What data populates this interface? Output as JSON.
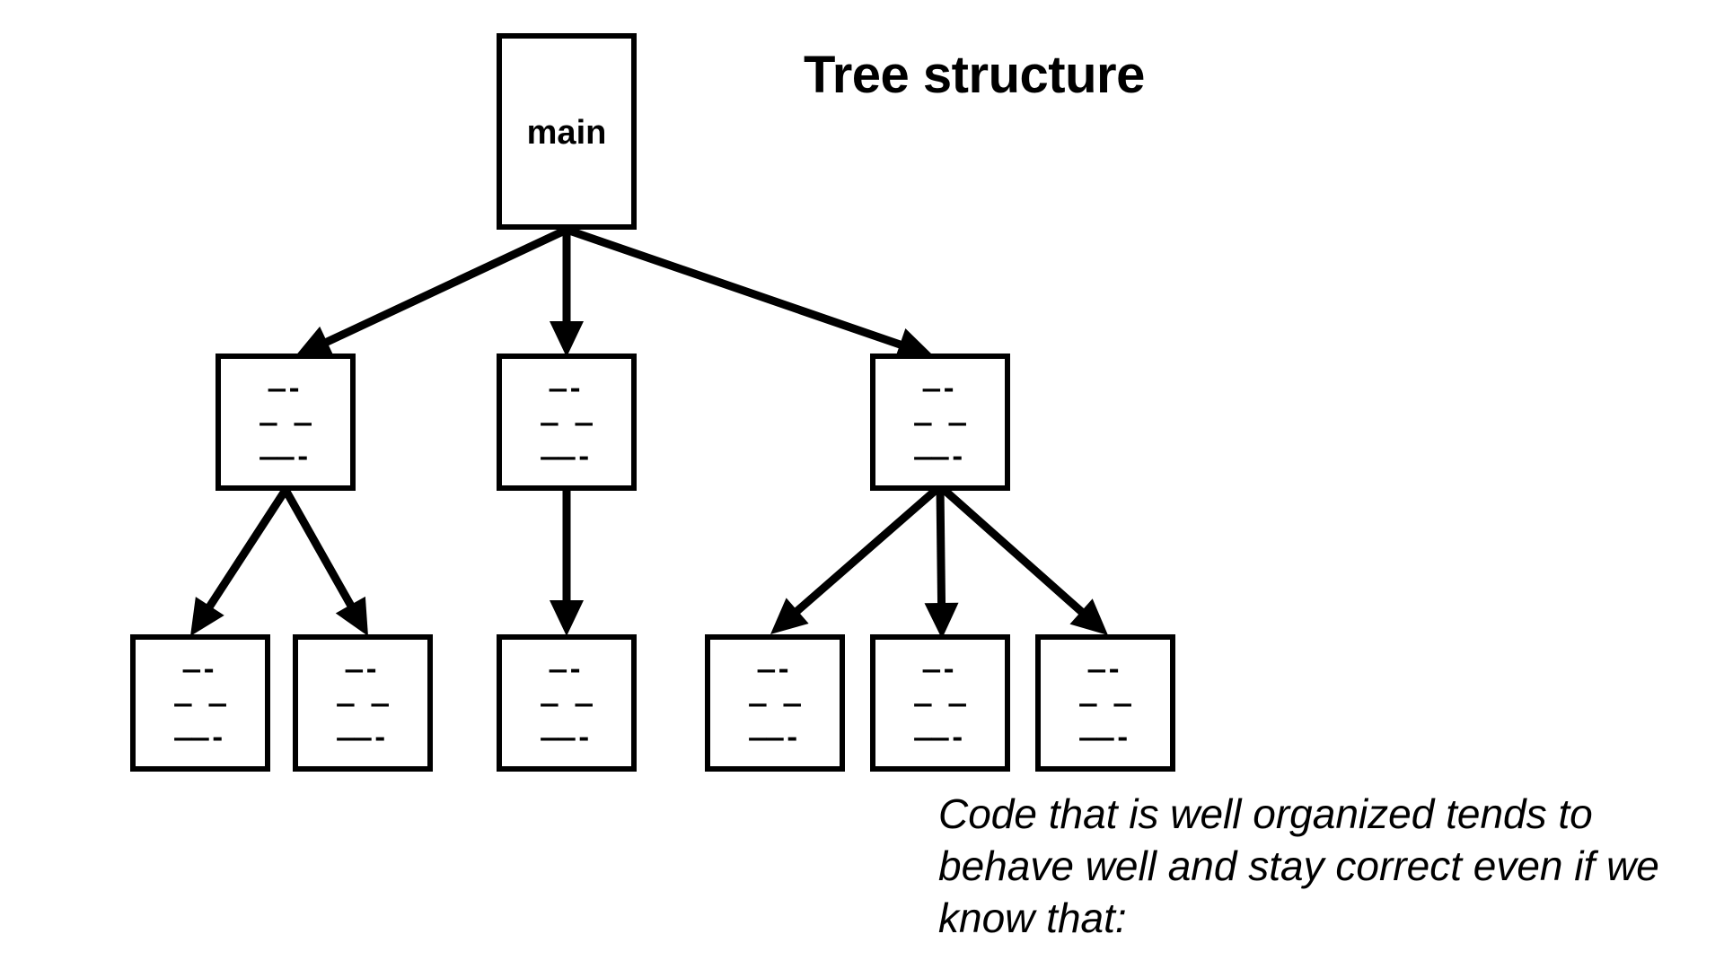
{
  "title": "Tree structure",
  "caption": "Code that is well organized tends to behave well and stay correct even if we know that:",
  "tree": {
    "root": {
      "id": "main",
      "label": "main"
    },
    "placeholder_lines": [
      "—-",
      "— —",
      "——-"
    ],
    "level1": [
      "c1",
      "c2",
      "c3"
    ],
    "level2": [
      "g1",
      "g2",
      "g3",
      "g4",
      "g5",
      "g6"
    ],
    "edges": [
      [
        "main",
        "c1"
      ],
      [
        "main",
        "c2"
      ],
      [
        "main",
        "c3"
      ],
      [
        "c1",
        "g1"
      ],
      [
        "c1",
        "g2"
      ],
      [
        "c2",
        "g3"
      ],
      [
        "c3",
        "g4"
      ],
      [
        "c3",
        "g5"
      ],
      [
        "c3",
        "g6"
      ]
    ]
  }
}
